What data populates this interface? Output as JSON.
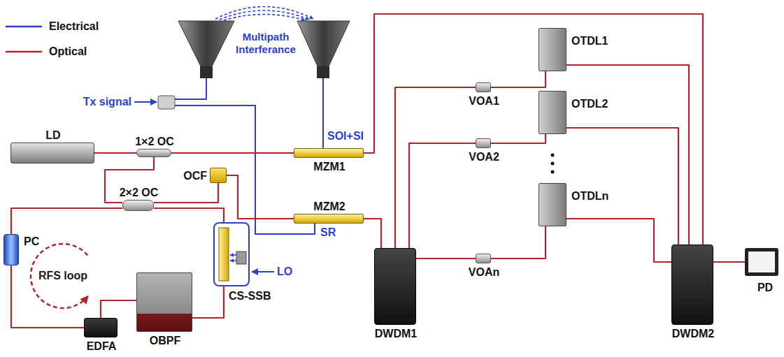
{
  "diagram": {
    "nodes": [
      {
        "text": [
          "LD"
        ]
      },
      {
        "text": [
          "1×2 OC"
        ]
      },
      {
        "text": [
          "MZM1"
        ]
      },
      {
        "text": [
          "2×2 OC"
        ]
      },
      {
        "text": [
          "OCF"
        ]
      },
      {
        "text": [
          "MZM2"
        ]
      },
      {
        "text": [
          "PC"
        ]
      },
      {
        "text": [
          "EDFA"
        ]
      },
      {
        "text": [
          "OBPF"
        ]
      },
      {
        "text": [
          "CS-SSB"
        ]
      },
      {
        "text": [
          "DWDM1"
        ]
      },
      {
        "text": [
          "VOA1"
        ]
      },
      {
        "text": [
          "VOA2"
        ]
      },
      {
        "text": [
          "VOAn"
        ]
      },
      {
        "text": [
          "OTDL1"
        ]
      },
      {
        "text": [
          "OTDL2"
        ]
      },
      {
        "text": [
          "OTDLn"
        ]
      },
      {
        "text": [
          "DWDM2"
        ]
      },
      {
        "text": [
          "PD"
        ]
      }
    ],
    "edges": [
      {
        "from": 0,
        "to": 1,
        "arrow": "none"
      },
      {
        "from": 1,
        "to": 2,
        "arrow": "none"
      },
      {
        "from": 1,
        "to": 3,
        "arrow": "none"
      },
      {
        "from": 3,
        "to": 4,
        "arrow": "none"
      },
      {
        "from": 4,
        "to": 5,
        "arrow": "none"
      },
      {
        "from": 3,
        "to": 9,
        "arrow": "none"
      },
      {
        "from": 9,
        "to": 8,
        "arrow": "none"
      },
      {
        "from": 8,
        "to": 7,
        "arrow": "none"
      },
      {
        "from": 7,
        "to": 6,
        "arrow": "none"
      },
      {
        "from": 6,
        "to": 3,
        "arrow": "none"
      },
      {
        "from": 5,
        "to": 10,
        "arrow": "none"
      },
      {
        "from": 2,
        "to": 17,
        "arrow": "none"
      },
      {
        "from": 10,
        "to": 11,
        "arrow": "none"
      },
      {
        "from": 11,
        "to": 14,
        "arrow": "none"
      },
      {
        "from": 14,
        "to": 17,
        "arrow": "none"
      },
      {
        "from": 10,
        "to": 12,
        "arrow": "none"
      },
      {
        "from": 12,
        "to": 15,
        "arrow": "none"
      },
      {
        "from": 15,
        "to": 17,
        "arrow": "none"
      },
      {
        "from": 10,
        "to": 13,
        "arrow": "none"
      },
      {
        "from": 13,
        "to": 16,
        "arrow": "none"
      },
      {
        "from": 16,
        "to": 17,
        "arrow": "none"
      },
      {
        "from": 17,
        "to": 18,
        "arrow": "none"
      }
    ],
    "labels": [
      "Tx signal",
      "Multipath Interferance",
      "SOI+SI",
      "SR",
      "LO",
      "RFS loop"
    ],
    "legend": [
      {
        "text": "Electrical"
      },
      {
        "text": "Optical"
      }
    ]
  }
}
